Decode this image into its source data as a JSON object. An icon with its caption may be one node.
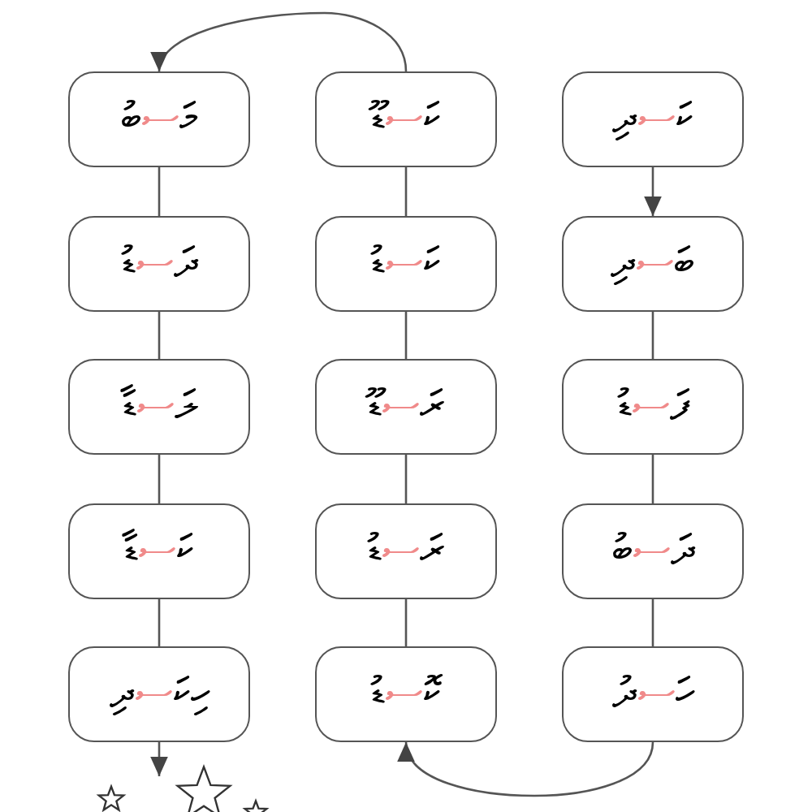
{
  "diagram": {
    "nodes": [
      {
        "text": [
          "މަ**ސ**ބު"
        ]
      },
      {
        "text": [
          "ކަ**ސ**ޑޫ"
        ]
      },
      {
        "text": [
          "ކަ**ސ**ދި"
        ]
      },
      {
        "text": [
          "ދަ**ސ**ޑު"
        ]
      },
      {
        "text": [
          "ކަ**ސ**ޑު"
        ]
      },
      {
        "text": [
          "ބަ**ސ**ދި"
        ]
      },
      {
        "text": [
          "ލަ**ސ**ޑާ"
        ]
      },
      {
        "text": [
          "ރަ**ސ**ޑޫ"
        ]
      },
      {
        "text": [
          "ފަ**ސ**ޑު"
        ]
      },
      {
        "text": [
          "ކަ**ސ**ޑާ"
        ]
      },
      {
        "text": [
          "ރަ**ސ**ޑު"
        ]
      },
      {
        "text": [
          "ދަ**ސ**ބު"
        ]
      },
      {
        "text": [
          "ހިކަ**ސ**ދި"
        ]
      },
      {
        "text": [
          "ކޮ**ސ**ޑު"
        ]
      },
      {
        "text": [
          "ހަ**ސ**ދު"
        ]
      },
      {
        "text": [],
        "shape": "picture"
      }
    ],
    "edges": [
      {
        "from": 2,
        "to": 5,
        "arrow": "to"
      },
      {
        "from": 5,
        "to": 8,
        "arrow": "none"
      },
      {
        "from": 8,
        "to": 11,
        "arrow": "none"
      },
      {
        "from": 11,
        "to": 14,
        "arrow": "none"
      },
      {
        "from": 14,
        "to": 13,
        "arrow": "to"
      },
      {
        "from": 13,
        "to": 10,
        "arrow": "none"
      },
      {
        "from": 10,
        "to": 7,
        "arrow": "none"
      },
      {
        "from": 7,
        "to": 4,
        "arrow": "none"
      },
      {
        "from": 4,
        "to": 1,
        "arrow": "none"
      },
      {
        "from": 1,
        "to": 0,
        "arrow": "to"
      },
      {
        "from": 0,
        "to": 3,
        "arrow": "none"
      },
      {
        "from": 3,
        "to": 6,
        "arrow": "none"
      },
      {
        "from": 6,
        "to": 9,
        "arrow": "none"
      },
      {
        "from": 9,
        "to": 12,
        "arrow": "none"
      },
      {
        "from": 12,
        "to": 15,
        "arrow": "to"
      }
    ]
  }
}
